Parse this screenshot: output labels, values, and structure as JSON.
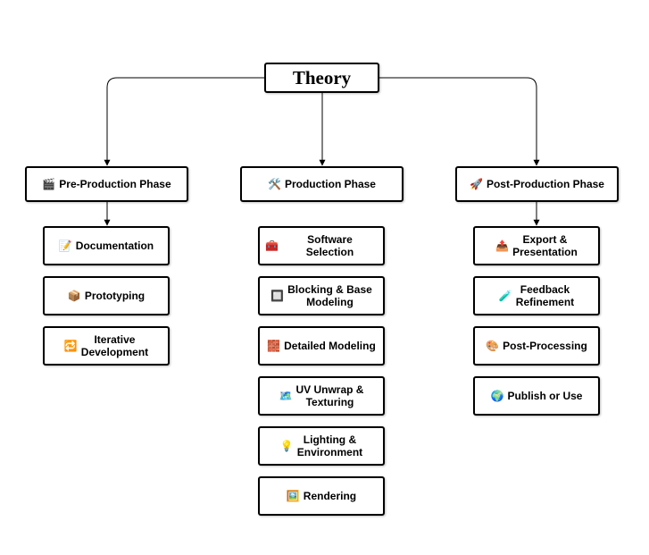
{
  "root": {
    "label": "Theory"
  },
  "phases": [
    {
      "emoji": "🎬",
      "label": "Pre-Production Phase",
      "steps": [
        {
          "emoji": "📝",
          "label": "Documentation"
        },
        {
          "emoji": "📦",
          "label": "Prototyping"
        },
        {
          "emoji": "🔁",
          "label": "Iterative\nDevelopment"
        }
      ]
    },
    {
      "emoji": "🛠️",
      "label": "Production Phase",
      "steps": [
        {
          "emoji": "🧰",
          "label": "Software Selection"
        },
        {
          "emoji": "🔲",
          "label": "Blocking & Base\nModeling"
        },
        {
          "emoji": "🧱",
          "label": "Detailed Modeling"
        },
        {
          "emoji": "🗺️",
          "label": "UV Unwrap &\nTexturing"
        },
        {
          "emoji": "💡",
          "label": "Lighting &\nEnvironment"
        },
        {
          "emoji": "🖼️",
          "label": "Rendering"
        }
      ]
    },
    {
      "emoji": "🚀",
      "label": "Post-Production Phase",
      "steps": [
        {
          "emoji": "📤",
          "label": "Export &\nPresentation"
        },
        {
          "emoji": "🧪",
          "label": "Feedback\nRefinement"
        },
        {
          "emoji": "🎨",
          "label": "Post-Processing"
        },
        {
          "emoji": "🌍",
          "label": "Publish or Use"
        }
      ]
    }
  ],
  "colors": {
    "border": "#000000",
    "background": "#ffffff",
    "text": "#000000"
  }
}
